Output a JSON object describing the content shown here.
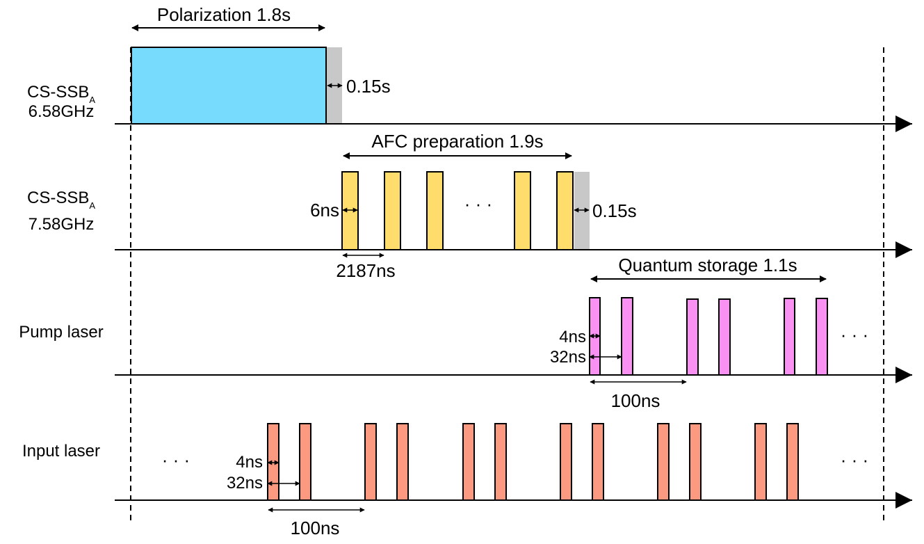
{
  "rows": [
    {
      "label_lines": [
        "CS-SSB",
        "6.58GHz"
      ],
      "label_sub": "A"
    },
    {
      "label_lines": [
        "CS-SSB",
        "7.58GHz"
      ],
      "label_sub": "A"
    },
    {
      "label_lines": [
        "Pump laser"
      ]
    },
    {
      "label_lines": [
        "Input laser"
      ]
    }
  ],
  "annotations": {
    "polarization": "Polarization  1.8s",
    "gap1": "0.15s",
    "afc": "AFC preparation  1.9s",
    "width6": "6ns",
    "gap2": "0.15s",
    "period2187": "2187ns",
    "storage": "Quantum storage 1.1s",
    "pump_width": "4ns",
    "pump_delay": "32ns",
    "pump_period": "100ns",
    "input_width": "4ns",
    "input_delay": "32ns",
    "input_period": "100ns"
  },
  "ellipsis": "· · ·",
  "colors": {
    "polarization": "#77dbfd",
    "afc": "#fedd6d",
    "pump": "#f891f1",
    "input": "#fb9a80",
    "gray": "#c8c8c8"
  }
}
